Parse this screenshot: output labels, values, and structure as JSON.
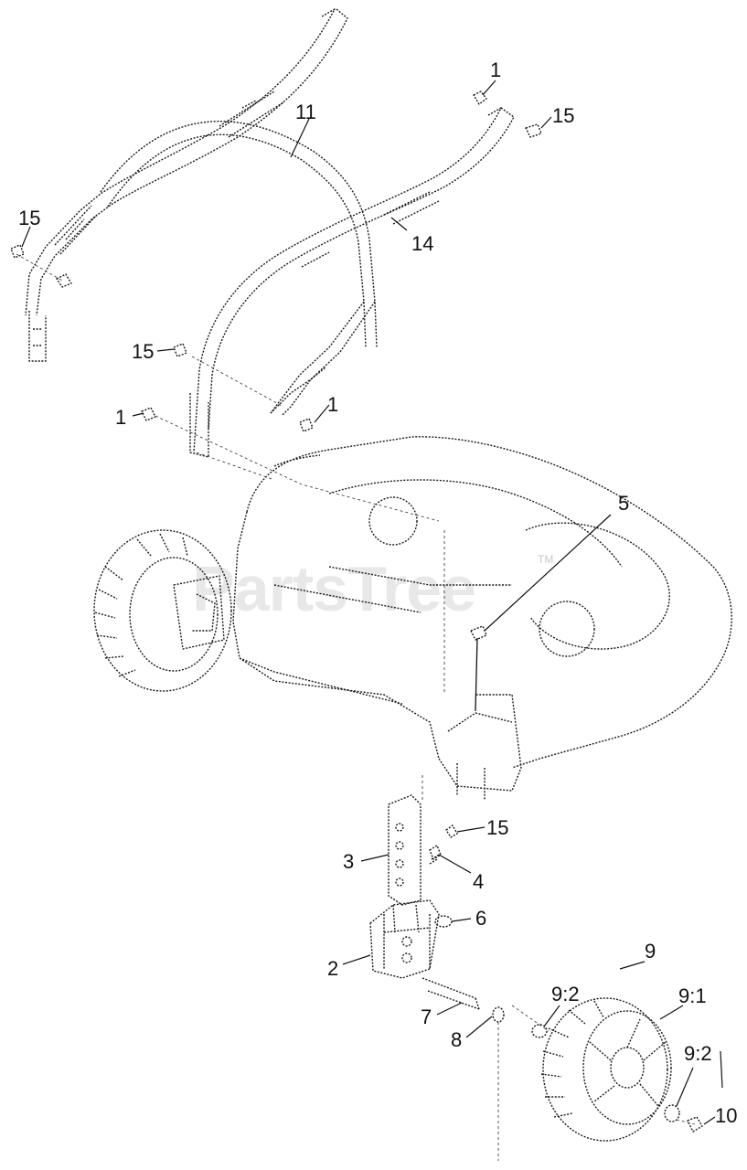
{
  "watermark": "PartsTree",
  "trademark": "TM",
  "callouts": {
    "nut_top_right": "1",
    "screw_top_right": "15",
    "handle_upper": "11",
    "screw_top_left": "15",
    "handle_lower": "14",
    "screw_mid_left": "15",
    "nut_mid_right": "1",
    "nut_mid_left": "1",
    "pin": "5",
    "screw_bracket": "15",
    "bracket": "3",
    "spring": "4",
    "washer_small": "6",
    "pivot_arm": "2",
    "wheel_assembly": "9",
    "axle_bolt": "7",
    "washer_inner": "9:2",
    "wheel": "9:1",
    "spacer": "8",
    "washer_outer": "9:2",
    "axle_nut": "10"
  }
}
